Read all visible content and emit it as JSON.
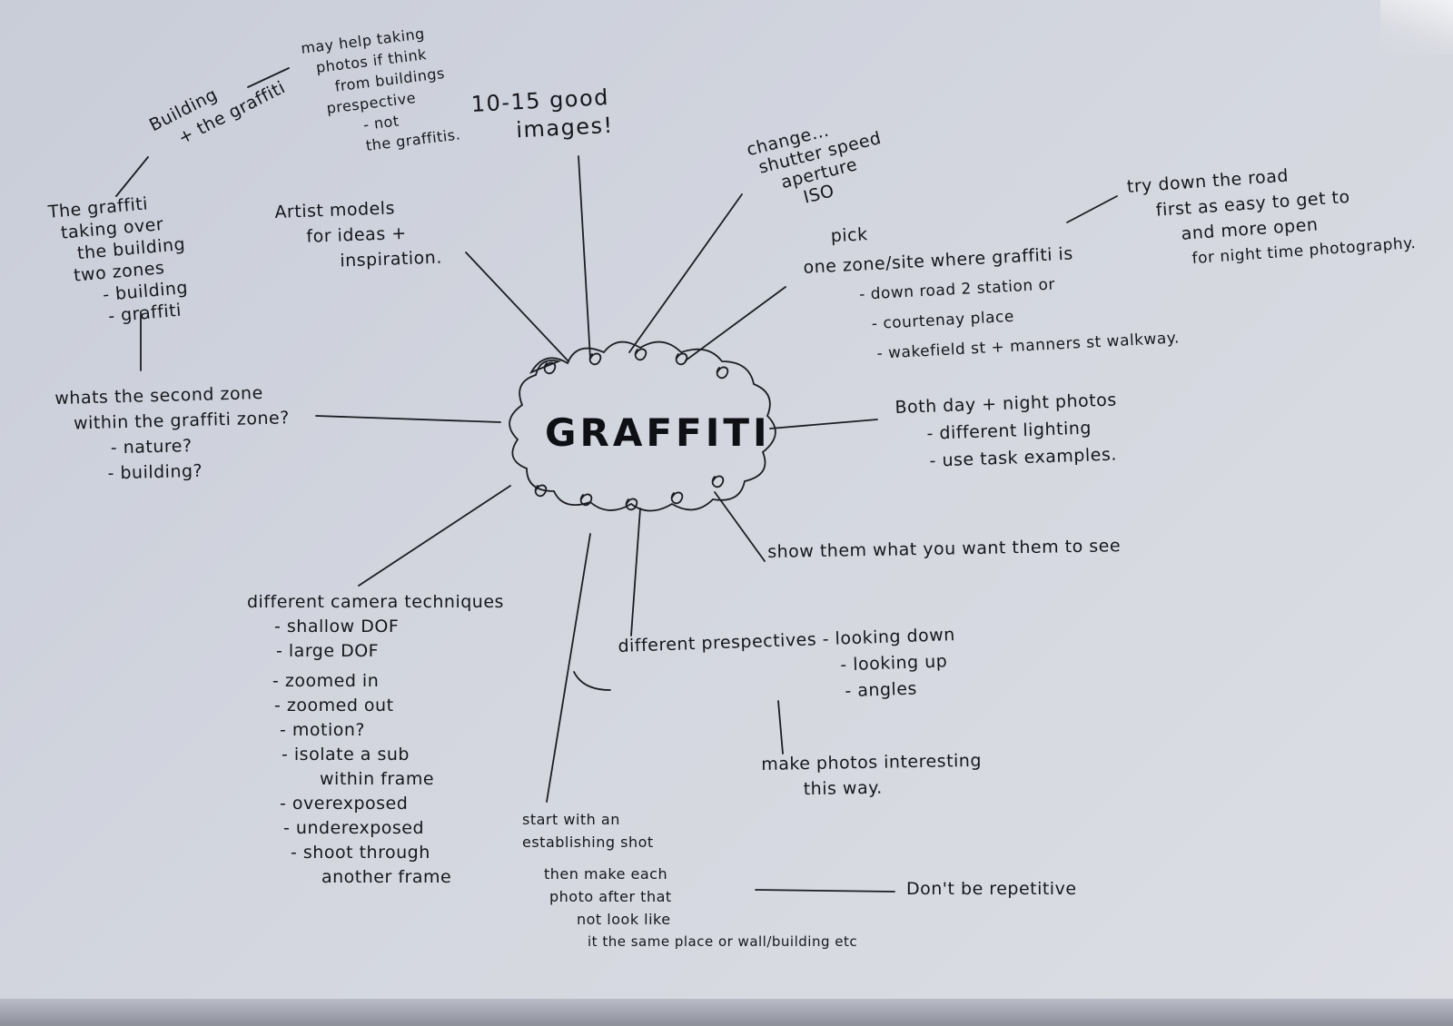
{
  "center": {
    "title": "GRAFFITI"
  },
  "notes": {
    "building_zone": {
      "lines": [
        "Building",
        "+ the graffiti"
      ]
    },
    "photos_perspective": {
      "lines": [
        "may help taking",
        "photos if think",
        "from buildings",
        "prespective",
        "- not",
        "the graffitis."
      ]
    },
    "good_images": {
      "lines": [
        "10-15 good",
        "images!"
      ]
    },
    "camera_settings": {
      "lines": [
        "change...",
        "shutter speed",
        "aperture",
        "ISO"
      ]
    },
    "road_tip": {
      "lines": [
        "try down the road",
        "first as easy to get to",
        "and more open",
        "for night time photography."
      ]
    },
    "graffiti_taking_over": {
      "lines": [
        "The graffiti",
        "taking over",
        "the building",
        "two zones",
        "- building",
        "- graffiti"
      ]
    },
    "artist_models": {
      "lines": [
        "Artist models",
        "for ideas +",
        "inspiration."
      ]
    },
    "pick_site": {
      "lines": [
        "pick",
        "one zone/site where graffiti is",
        "- down road 2 station or",
        "- courtenay place",
        "- wakefield st + manners st walkway."
      ]
    },
    "second_zone": {
      "lines": [
        "whats the second zone",
        "within the graffiti zone?",
        "- nature?",
        "- building?"
      ]
    },
    "day_night": {
      "lines": [
        "Both day + night photos",
        "- different lighting",
        "- use task examples."
      ]
    },
    "show_them": {
      "lines": [
        "show them what you want them to see"
      ]
    },
    "camera_techniques": {
      "lines": [
        "different camera techniques",
        "- shallow DOF",
        "- large DOF",
        "- zoomed in",
        "- zoomed out",
        "- motion?",
        "- isolate a sub",
        "within frame",
        "- overexposed",
        "- underexposed",
        "- shoot through",
        "another frame"
      ]
    },
    "perspectives": {
      "lines": [
        "different prespectives - looking down",
        "- looking up",
        "- angles"
      ]
    },
    "interesting": {
      "lines": [
        "make photos interesting",
        "this way."
      ]
    },
    "establishing": {
      "lines": [
        "start with an",
        "establishing shot",
        "then make each",
        "photo after that",
        "not look like",
        "it the same place or wall/building etc"
      ]
    },
    "repetitive": {
      "lines": [
        "Don't be repetitive"
      ]
    }
  }
}
